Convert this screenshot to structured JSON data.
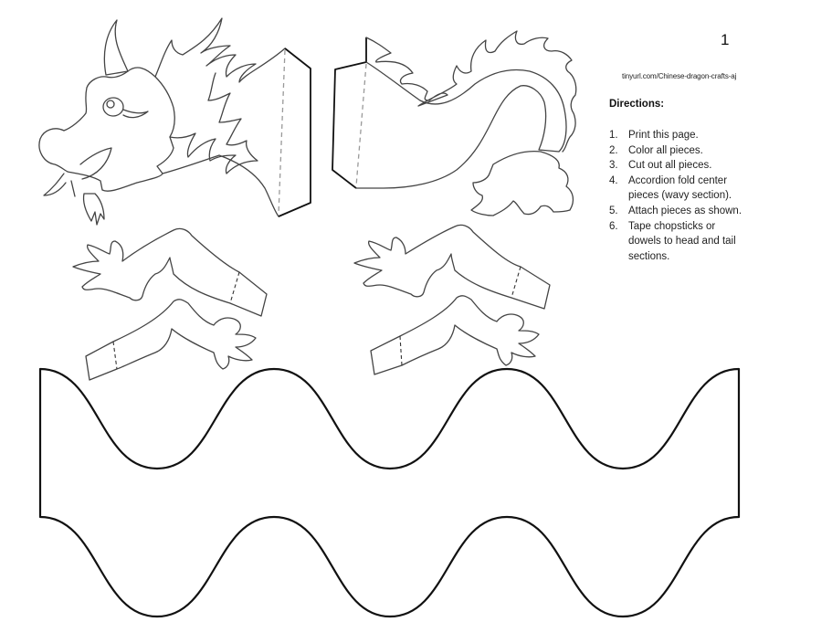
{
  "page": {
    "number": "1",
    "url": "tinyurl.com/Chinese-dragon-crafts-aj"
  },
  "directions": {
    "title": "Directions:",
    "steps": [
      {
        "num": "1.",
        "text": "Print this page."
      },
      {
        "num": "2.",
        "text": "Color all pieces."
      },
      {
        "num": "3.",
        "text": "Cut out all pieces."
      },
      {
        "num": "4.",
        "text": "Accordion fold center pieces (wavy section)."
      },
      {
        "num": "5.",
        "text": "Attach pieces as shown."
      },
      {
        "num": "6.",
        "text": "Tape chopsticks or dowels to head and tail sections."
      }
    ]
  },
  "pieces": {
    "head": "dragon-head",
    "tail": "dragon-tail",
    "legs": [
      "front-leg-left",
      "back-leg-left",
      "front-leg-right",
      "back-leg-right"
    ],
    "body": "wavy-body-section"
  },
  "colors": {
    "outline": "#111111",
    "thin_outline": "#444444",
    "fold_line": "#999999",
    "background": "#ffffff"
  }
}
